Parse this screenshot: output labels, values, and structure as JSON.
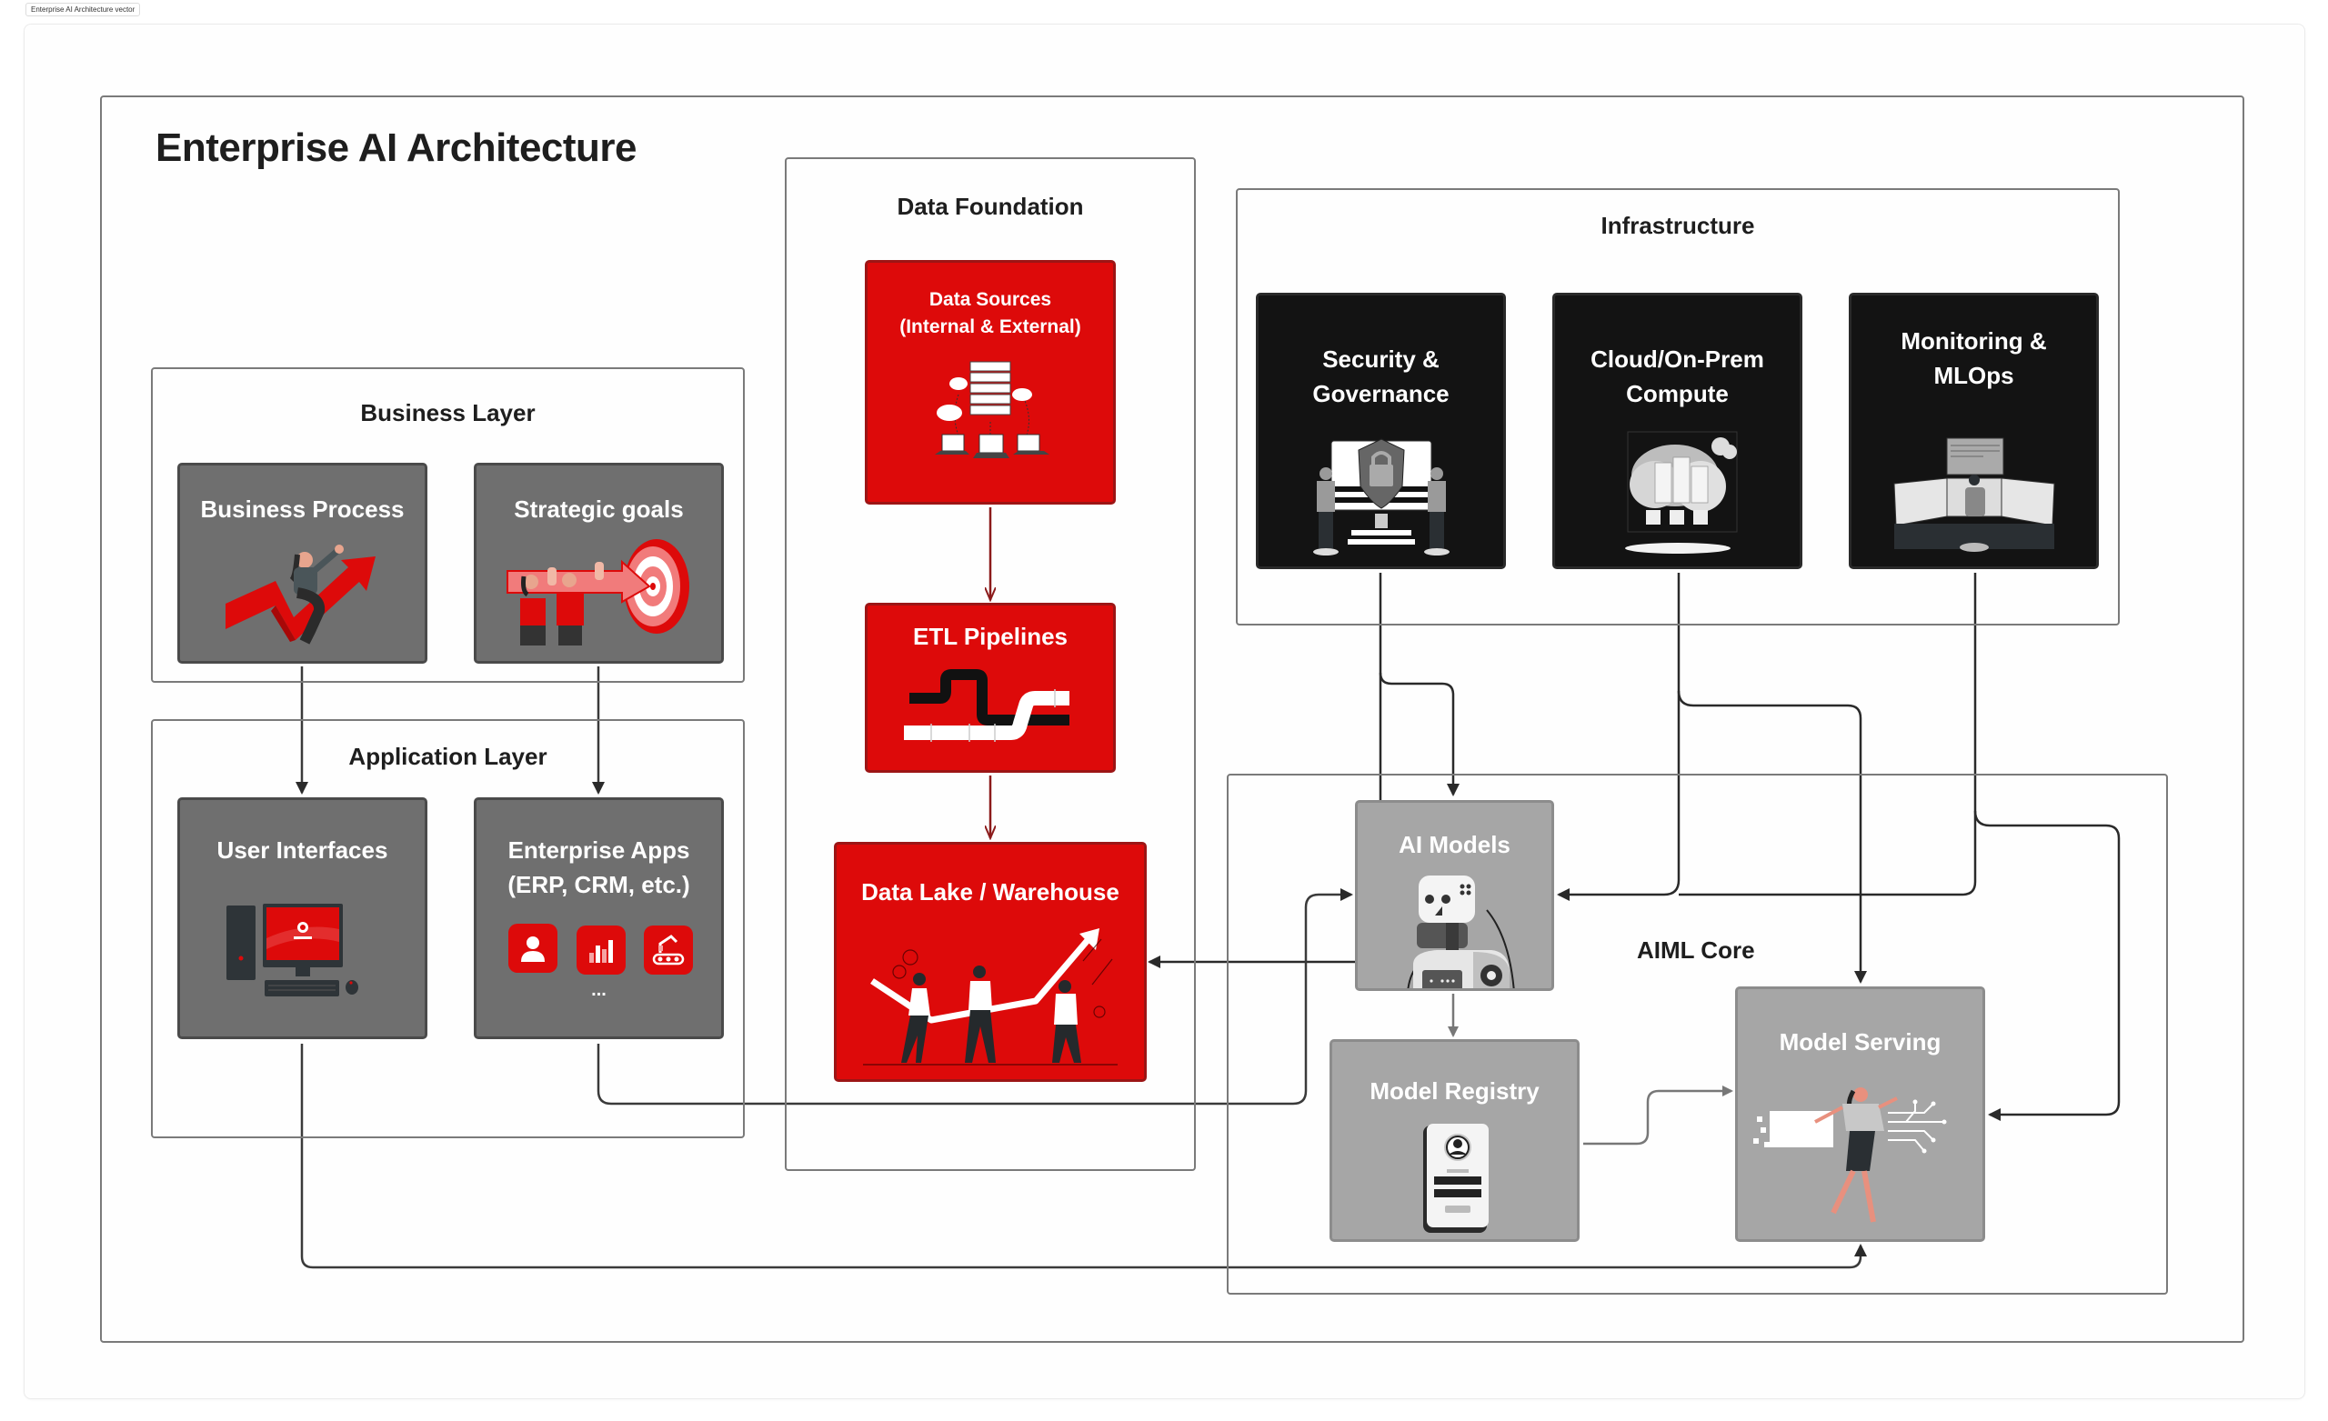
{
  "tab": {
    "label": "Enterprise AI Architecture vector"
  },
  "diagram": {
    "title": "Enterprise AI Architecture",
    "colors": {
      "red": "#dd0a0a",
      "dark_gray": "#6f6f6f",
      "black": "#131313",
      "light_gray": "#a6a6a6",
      "connector": "#3a3a3a",
      "red_connector": "#8b1a1a"
    },
    "groups": {
      "business_layer": {
        "title": "Business Layer",
        "nodes": [
          {
            "id": "business-process",
            "label": "Business Process",
            "icon": "person-riding-growth-arrow-icon"
          },
          {
            "id": "strategic-goals",
            "label": "Strategic goals",
            "icon": "target-arrow-icon"
          }
        ]
      },
      "application_layer": {
        "title": "Application Layer",
        "nodes": [
          {
            "id": "user-interfaces",
            "label": "User Interfaces",
            "icon": "desktop-computer-icon"
          },
          {
            "id": "enterprise-apps",
            "label_line1": "Enterprise Apps",
            "label_line2": "(ERP, CRM, etc.)",
            "icons": [
              "user-icon",
              "bar-chart-icon",
              "robot-arm-conveyor-icon"
            ],
            "more": "..."
          }
        ]
      },
      "data_foundation": {
        "title": "Data Foundation",
        "nodes": [
          {
            "id": "data-sources",
            "label_line1": "Data Sources",
            "label_line2": "(Internal & External)",
            "icon": "server-network-icon"
          },
          {
            "id": "etl-pipelines",
            "label": "ETL Pipelines",
            "icon": "pipes-icon"
          },
          {
            "id": "data-lake",
            "label": "Data Lake / Warehouse",
            "icon": "team-lifting-growth-chart-icon"
          }
        ]
      },
      "infrastructure": {
        "title": "Infrastructure",
        "nodes": [
          {
            "id": "security-governance",
            "label_line1": "Security &",
            "label_line2": "Governance",
            "icon": "shield-lock-guards-icon"
          },
          {
            "id": "cloud-compute",
            "label_line1": "Cloud/On-Prem",
            "label_line2": "Compute",
            "icon": "cloud-servers-icon"
          },
          {
            "id": "monitoring-mlops",
            "label_line1": "Monitoring &",
            "label_line2": "MLOps",
            "icon": "control-room-icon"
          }
        ]
      },
      "aiml_core": {
        "title": "AIML Core",
        "nodes": [
          {
            "id": "ai-models",
            "label": "AI Models",
            "icon": "robot-icon"
          },
          {
            "id": "model-registry",
            "label": "Model Registry",
            "icon": "id-phone-icon"
          },
          {
            "id": "model-serving",
            "label": "Model Serving",
            "icon": "running-woman-circuit-icon"
          }
        ]
      }
    },
    "edges": [
      {
        "from": "business-process",
        "to": "user-interfaces"
      },
      {
        "from": "strategic-goals",
        "to": "enterprise-apps"
      },
      {
        "from": "data-sources",
        "to": "etl-pipelines"
      },
      {
        "from": "etl-pipelines",
        "to": "data-lake"
      },
      {
        "from": "security-governance",
        "to": "ai-models"
      },
      {
        "from": "security-governance",
        "to": "data-lake"
      },
      {
        "from": "cloud-compute",
        "to": "ai-models"
      },
      {
        "from": "cloud-compute",
        "to": "model-serving"
      },
      {
        "from": "monitoring-mlops",
        "to": "ai-models"
      },
      {
        "from": "monitoring-mlops",
        "to": "model-serving"
      },
      {
        "from": "enterprise-apps",
        "to": "ai-models"
      },
      {
        "from": "user-interfaces",
        "to": "model-serving"
      },
      {
        "from": "ai-models",
        "to": "model-registry"
      },
      {
        "from": "model-registry",
        "to": "model-serving"
      }
    ]
  }
}
